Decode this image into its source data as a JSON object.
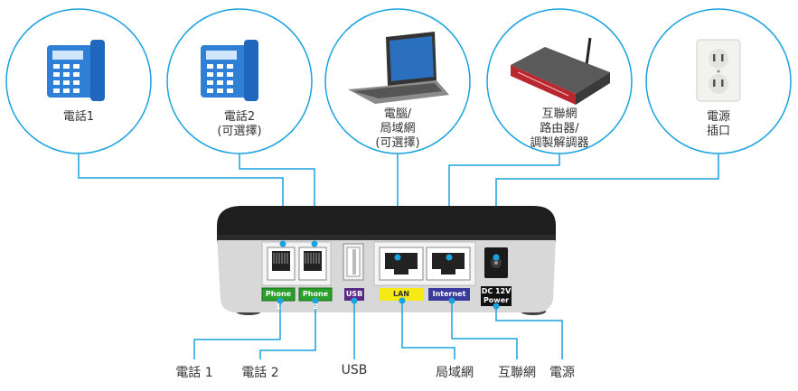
{
  "circles": [
    {
      "id": "phone1",
      "lines": [
        "電話1"
      ],
      "icon": "desk-phone-icon"
    },
    {
      "id": "phone2",
      "lines": [
        "電話2",
        "(可選擇)"
      ],
      "icon": "desk-phone-icon"
    },
    {
      "id": "computer",
      "lines": [
        "電腦/",
        "局域網",
        "(可選擇)"
      ],
      "icon": "laptop-icon"
    },
    {
      "id": "router",
      "lines": [
        "互聯網",
        "路由器/",
        "調製解調器"
      ],
      "icon": "router-icon"
    },
    {
      "id": "power",
      "lines": [
        "電源",
        "插口"
      ],
      "icon": "power-outlet-icon"
    }
  ],
  "device_ports": {
    "phone1": "Phone 1",
    "phone2": "Phone 2",
    "usb": "USB",
    "lan": "LAN",
    "internet": "Internet",
    "power_line1": "DC 12V",
    "power_line2": "Power"
  },
  "bottom_labels": {
    "phone1": "電話 1",
    "phone2": "電話 2",
    "usb": "USB",
    "lan": "局域網",
    "internet": "互聯網",
    "power": "電源"
  },
  "colors": {
    "connector": "#1aa3e0",
    "phone_port": "#2aa02a",
    "usb_port": "#5b2a86",
    "lan_port": "#f5ea14",
    "internet_port": "#3a3a9a",
    "device_body": "#1e1e1e",
    "device_front": "#d9d9d9"
  }
}
